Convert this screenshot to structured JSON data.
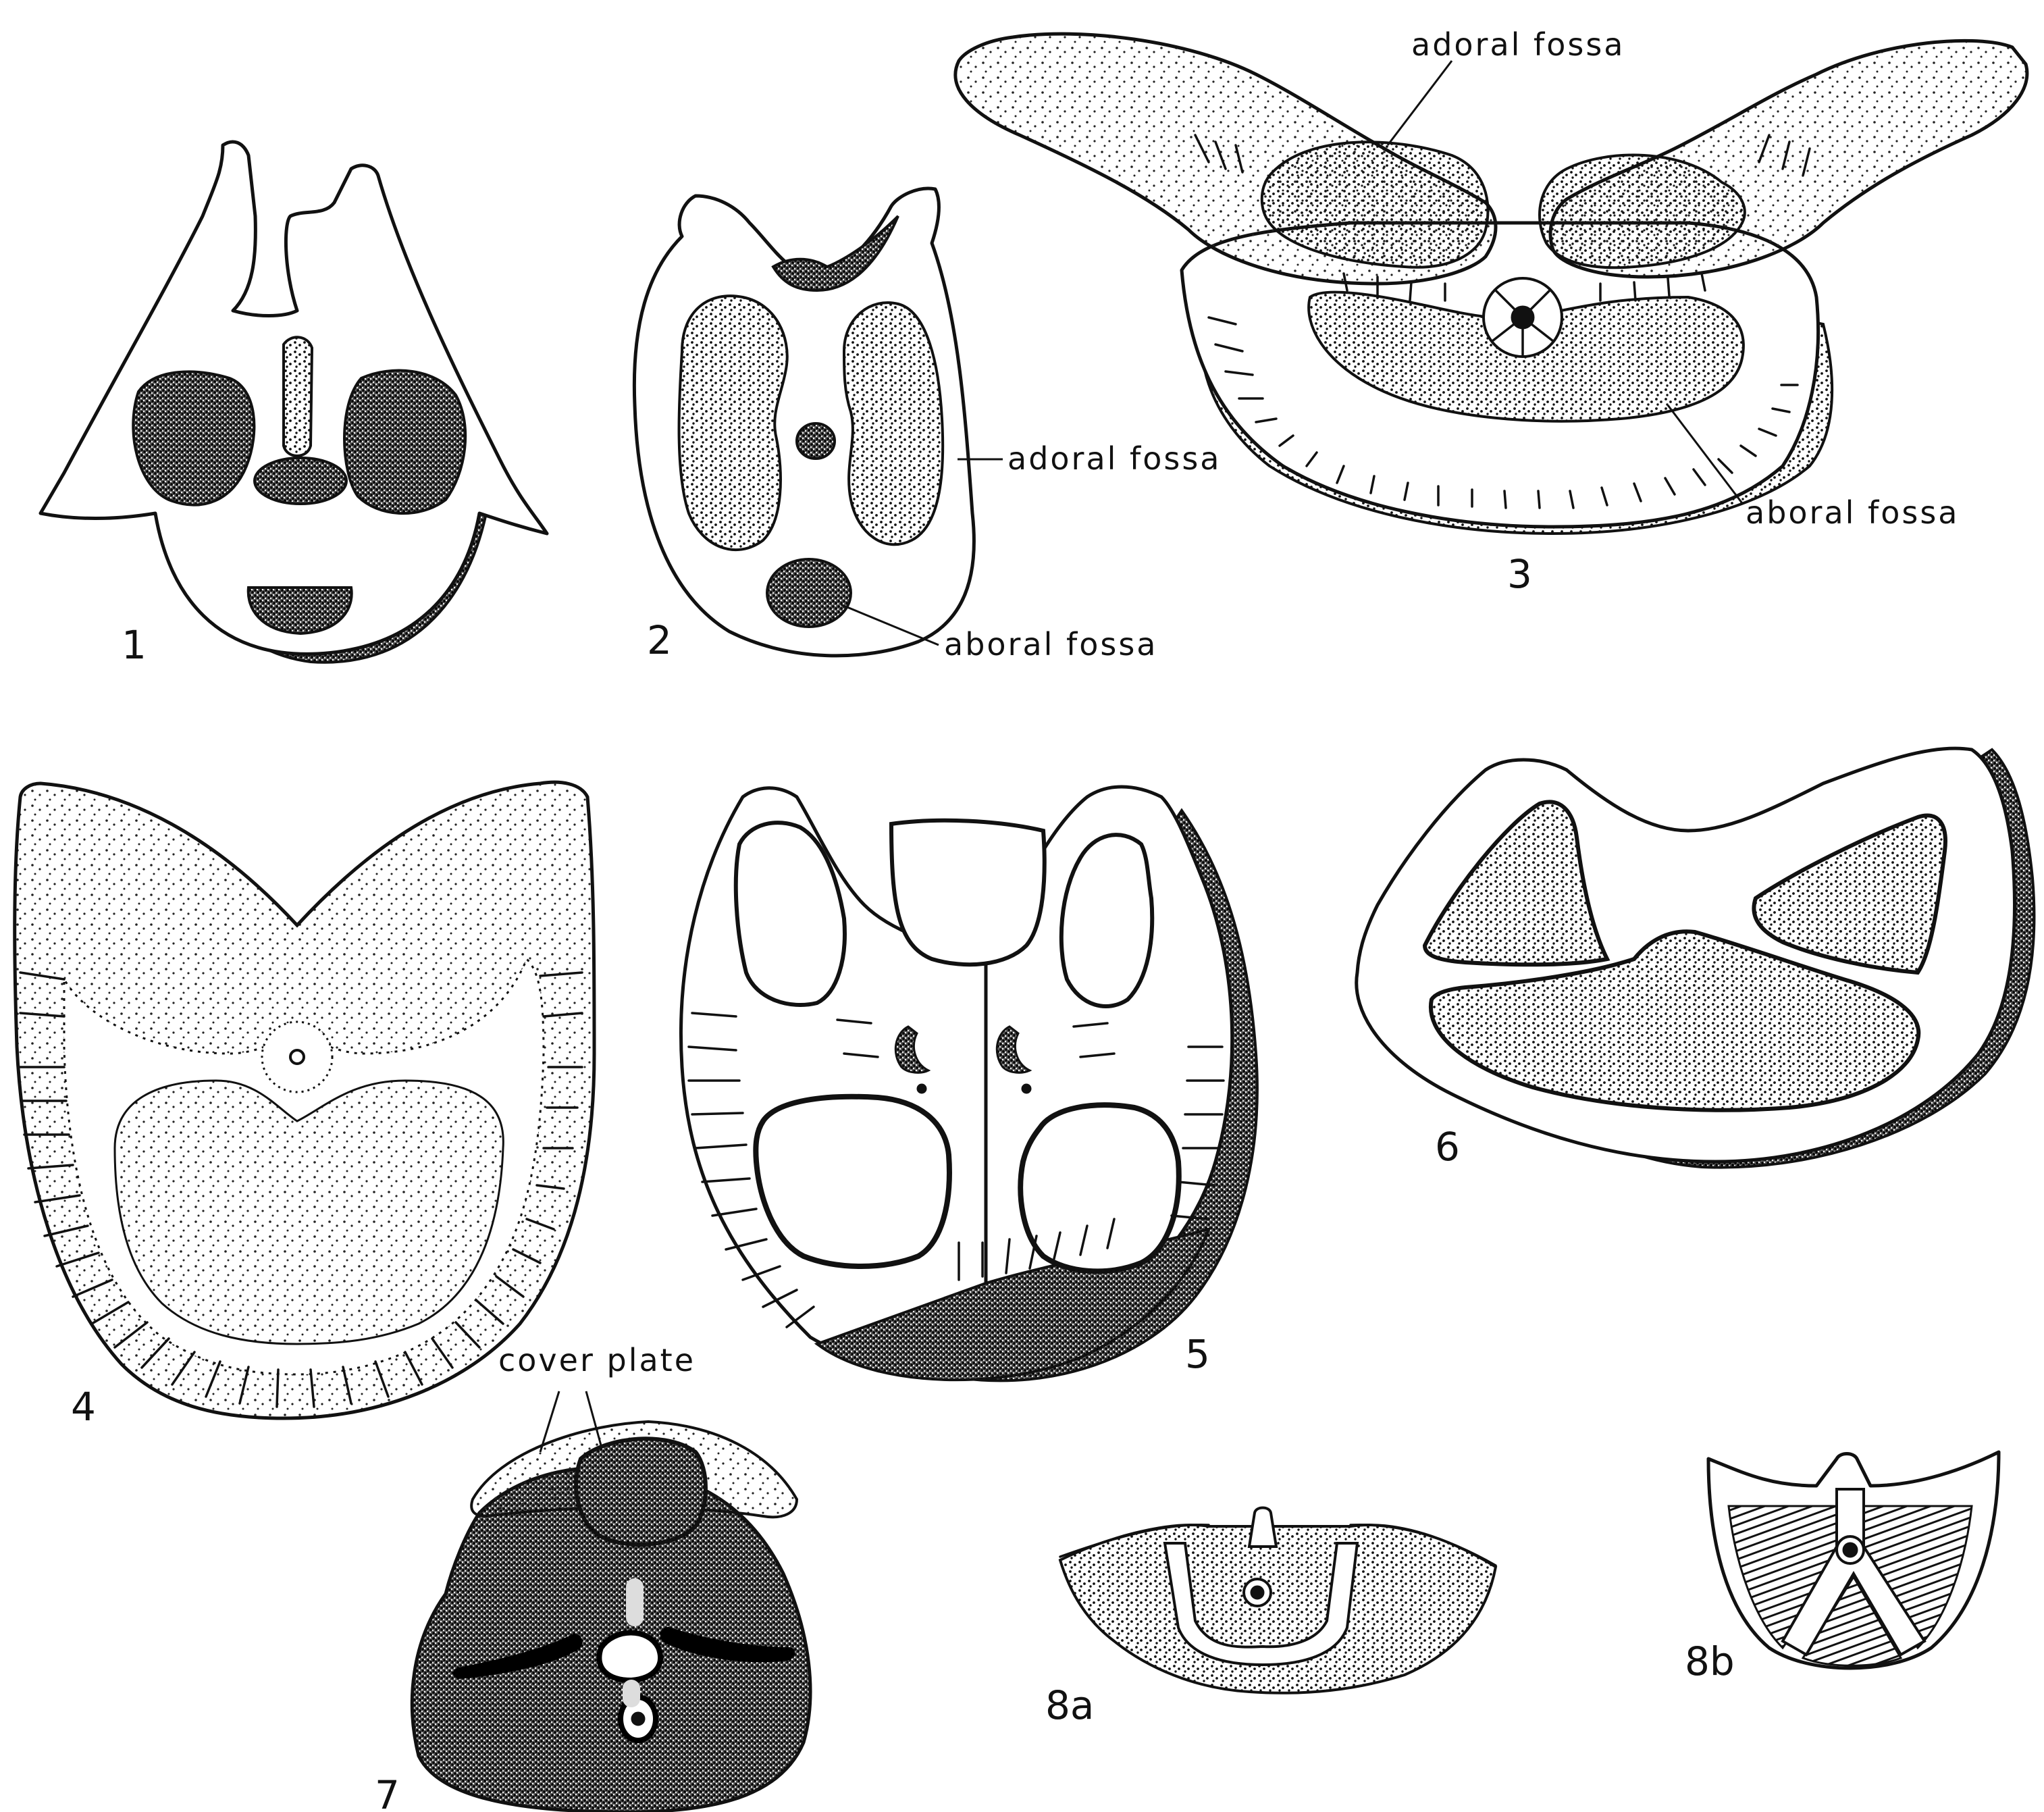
{
  "figures": [
    {
      "id": "1",
      "label": "1"
    },
    {
      "id": "2",
      "label": "2"
    },
    {
      "id": "3",
      "label": "3"
    },
    {
      "id": "4",
      "label": "4"
    },
    {
      "id": "5",
      "label": "5"
    },
    {
      "id": "6",
      "label": "6"
    },
    {
      "id": "7",
      "label": "7"
    },
    {
      "id": "8a",
      "label": "8a"
    },
    {
      "id": "8b",
      "label": "8b"
    }
  ],
  "callouts": {
    "fig2_adoral": "adoral fossa",
    "fig2_aboral": "aboral fossa",
    "fig3_adoral": "adoral fossa",
    "fig3_aboral": "aboral fossa",
    "fig7_cover_plate": "cover plate"
  },
  "colors": {
    "ink": "#111111",
    "paper": "#ffffff"
  }
}
